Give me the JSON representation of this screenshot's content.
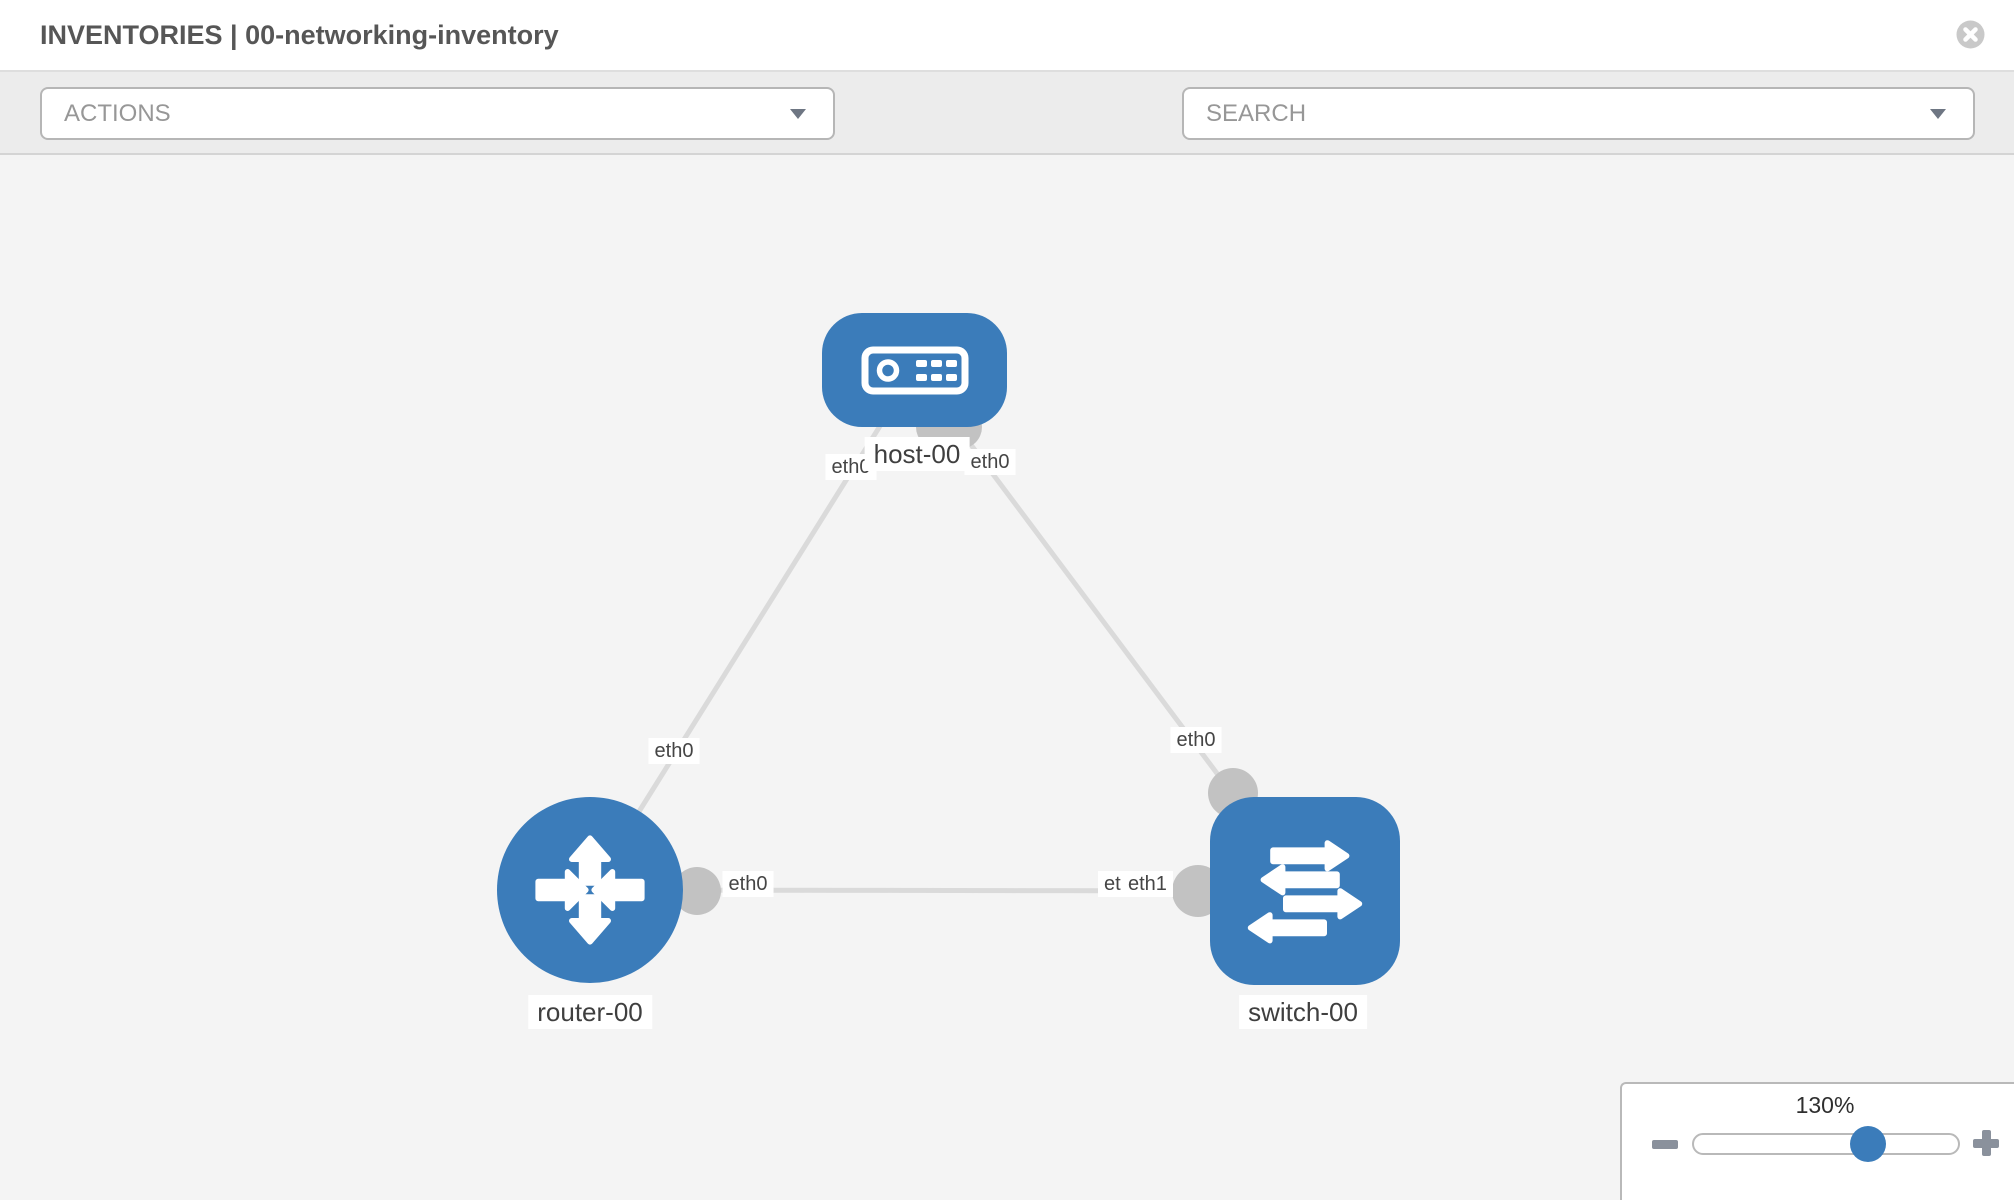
{
  "header": {
    "title": "INVENTORIES | 00-networking-inventory"
  },
  "toolbar": {
    "actions_label": "ACTIONS",
    "search_placeholder": "SEARCH",
    "icons": [
      "wrench-icon",
      "key-icon"
    ]
  },
  "topology": {
    "nodes": [
      {
        "id": "host-00",
        "type": "host",
        "label": "host-00",
        "icon": "host-icon"
      },
      {
        "id": "router-00",
        "type": "router",
        "label": "router-00",
        "icon": "router-icon"
      },
      {
        "id": "switch-00",
        "type": "switch",
        "label": "switch-00",
        "icon": "switch-icon"
      }
    ],
    "links": [
      {
        "source": "router-00",
        "target": "host-00",
        "source_label": "eth0",
        "target_label": "eth0"
      },
      {
        "source": "switch-00",
        "target": "host-00",
        "source_label": "eth0",
        "target_label": "eth0"
      },
      {
        "source": "router-00",
        "target": "switch-00",
        "source_label": "eth0",
        "target_label": "eth1",
        "target_label_behind": "eth0"
      }
    ]
  },
  "zoom_control": {
    "value": "130%"
  },
  "colors": {
    "node_blue": "#3b7cba",
    "link_gray": "#dadada",
    "connector_gray": "#c2c2c2",
    "icon_gray": "#8a919c"
  }
}
